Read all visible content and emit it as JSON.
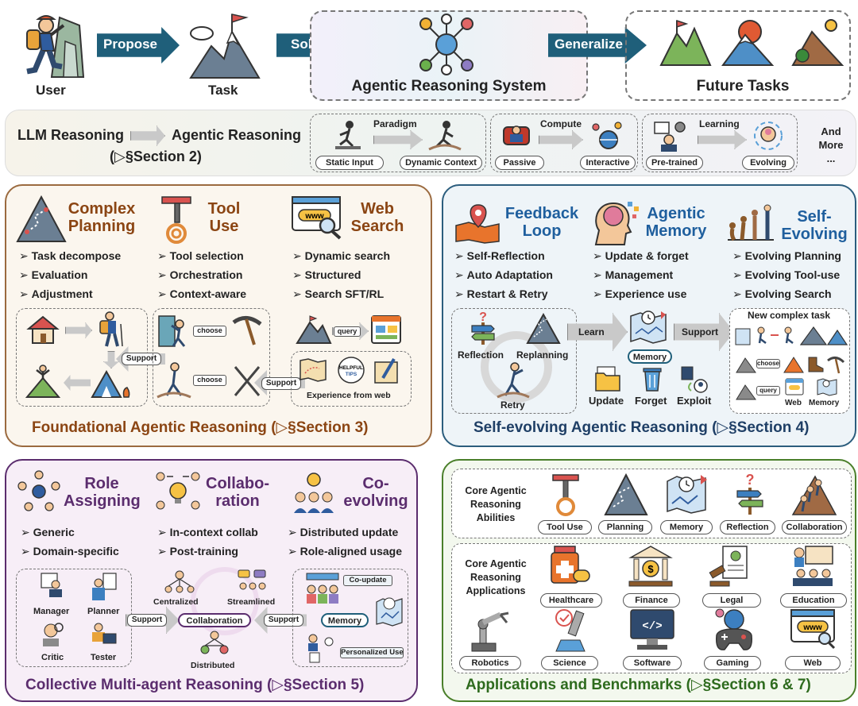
{
  "top": {
    "user": "User",
    "propose": "Propose",
    "task": "Task",
    "solve": "Solve",
    "system": "Agentic Reasoning System",
    "generalize": "Generalize",
    "future": "Future Tasks"
  },
  "bar": {
    "llm": "LLM Reasoning",
    "agentic": "Agentic Reasoning",
    "section": "(▷§Section 2)",
    "paradigm": "Paradigm",
    "static_input": "Static Input",
    "dynamic_context": "Dynamic Context",
    "compute": "Compute",
    "passive": "Passive",
    "interactive": "Interactive",
    "learning": "Learning",
    "pretrained": "Pre-trained",
    "evolving": "Evolving",
    "and_more_1": "And",
    "and_more_2": "More",
    "and_more_3": "..."
  },
  "foundational": {
    "planning_title_1": "Complex",
    "planning_title_2": "Planning",
    "tool_title_1": "Tool",
    "tool_title_2": "Use",
    "web_title_1": "Web",
    "web_title_2": "Search",
    "planning_items": [
      "Task decompose",
      "Evaluation",
      "Adjustment"
    ],
    "tool_items": [
      "Tool selection",
      "Orchestration",
      "Context-aware"
    ],
    "web_items": [
      "Dynamic search",
      "Structured",
      "Search SFT/RL"
    ],
    "choose_1": "choose",
    "choose_2": "choose",
    "support_1": "Support",
    "support_2": "Support",
    "query": "query",
    "helpful_1": "HELPFUL",
    "helpful_2": "TIPS",
    "www": "www",
    "experience_web": "Experience from web",
    "section": "Foundational Agentic Reasoning (▷§Section 3)"
  },
  "selfevolving": {
    "feedback_1": "Feedback",
    "feedback_2": "Loop",
    "memory_1": "Agentic",
    "memory_2": "Memory",
    "self_1": "Self-",
    "self_2": "Evolving",
    "feedback_items": [
      "Self-Reflection",
      "Auto Adaptation",
      "Restart & Retry"
    ],
    "memory_items": [
      "Update & forget",
      "Management",
      "Experience use"
    ],
    "self_items": [
      "Evolving Planning",
      "Evolving Tool-use",
      "Evolving Search"
    ],
    "reflection": "Reflection",
    "replanning": "Replanning",
    "retry": "Retry",
    "learn": "Learn",
    "memory": "Memory",
    "support": "Support",
    "update": "Update",
    "forget": "Forget",
    "exploit": "Exploit",
    "new_task": "New complex task",
    "choose": "choose",
    "query": "query",
    "web": "Web",
    "memory_small": "Memory",
    "section": "Self-evolving Agentic Reasoning (▷§Section 4)"
  },
  "collective": {
    "role_1": "Role",
    "role_2": "Assigning",
    "collab_1": "Collabo-",
    "collab_2": "ration",
    "coevo_1": "Co-",
    "coevo_2": "evolving",
    "role_items": [
      "Generic",
      "Domain-specific"
    ],
    "collab_items": [
      "In-context collab",
      "Post-training"
    ],
    "coevo_items": [
      "Distributed update",
      "Role-aligned usage"
    ],
    "manager": "Manager",
    "planner": "Planner",
    "critic": "Critic",
    "tester": "Tester",
    "centralized": "Centralized",
    "streamlined": "Streamlined",
    "collaboration": "Collaboration",
    "distributed": "Distributed",
    "support_1": "Support",
    "support_2": "Support",
    "coupdate": "Co-update",
    "memory": "Memory",
    "personalized": "Personalized Use",
    "section": "Collective Multi-agent Reasoning (▷§Section 5)"
  },
  "applications": {
    "abilities_1": "Core Agentic",
    "abilities_2": "Reasoning",
    "abilities_3": "Abilities",
    "ability_items": [
      "Tool Use",
      "Planning",
      "Memory",
      "Reflection",
      "Collaboration"
    ],
    "apps_1": "Core Agentic",
    "apps_2": "Reasoning",
    "apps_3": "Applications",
    "app_row1": [
      "Healthcare",
      "Finance",
      "Legal",
      "Education"
    ],
    "app_row2": [
      "Robotics",
      "Science",
      "Software",
      "Gaming",
      "Web"
    ],
    "www": "www",
    "section": "Applications and Benchmarks (▷§Section 6 & 7)"
  },
  "colors": {
    "brown": "#8b4513",
    "blue_dark": "#1f5f7a",
    "purple": "#5b2d6e",
    "green": "#2e6b1e",
    "panel_blue": "#2b5d7d"
  }
}
